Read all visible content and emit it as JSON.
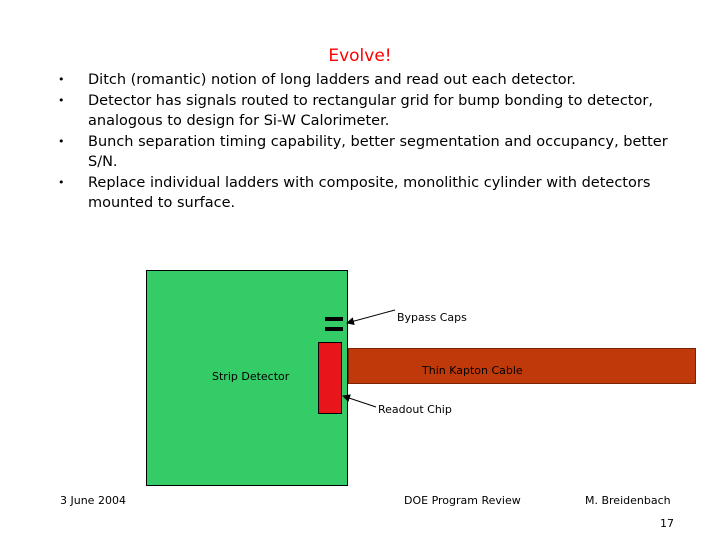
{
  "slide": {
    "title": "Evolve!",
    "bullets": [
      "Ditch (romantic) notion of long ladders and read out each detector.",
      "Detector has signals routed to rectangular grid for bump bonding to detector, analogous to design for Si-W Calorimeter.",
      "Bunch separation timing capability, better segmentation and occupancy, better S/N.",
      "Replace individual ladders with composite, monolithic cylinder with detectors mounted to surface."
    ]
  },
  "diagram": {
    "strip_detector_label": "Strip Detector",
    "bypass_caps_label": "Bypass Caps",
    "kapton_cable_label": "Thin Kapton Cable",
    "readout_chip_label": "Readout Chip",
    "colors": {
      "detector": "#33cc66",
      "readout_chip": "#e8151b",
      "cable": "#c0390b",
      "title": "#ff0000"
    }
  },
  "footer": {
    "date": "3 June 2004",
    "event": "DOE Program Review",
    "author": "M. Breidenbach",
    "page": "17"
  }
}
